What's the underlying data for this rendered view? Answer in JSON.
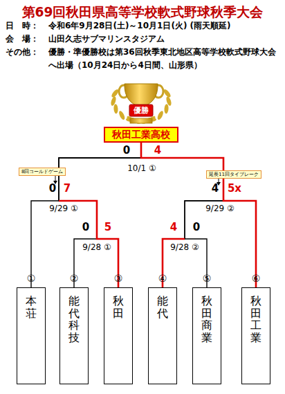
{
  "diagram": {
    "title": "第69回秋田県高等学校軟式野球秋季大会",
    "nodes": [
      {
        "text": [
          "秋田工業高校"
        ]
      },
      {
        "text": [
          "8回コールドゲーム"
        ]
      },
      {
        "text": [
          "延長11回タイブレーク"
        ]
      },
      {
        "text": [
          "本荘"
        ]
      },
      {
        "text": [
          "能代科技"
        ]
      },
      {
        "text": [
          "秋田"
        ]
      },
      {
        "text": [
          "能代"
        ]
      },
      {
        "text": [
          "秋田商業"
        ]
      },
      {
        "text": [
          "秋田工業"
        ]
      }
    ],
    "edges": [
      {
        "from": 3,
        "to": 0,
        "arrow": "none"
      },
      {
        "from": 4,
        "to": 0,
        "arrow": "none"
      },
      {
        "from": 5,
        "to": 0,
        "arrow": "none"
      },
      {
        "from": 6,
        "to": 0,
        "arrow": "none"
      },
      {
        "from": 7,
        "to": 0,
        "arrow": "none"
      },
      {
        "from": 8,
        "to": 0,
        "arrow": "none"
      }
    ],
    "labels": [
      "日　時：",
      "令和6年9月28日(土)～10月1日(火) (雨天順延)",
      "会　場：",
      "山田久志サブマリンスタジアム",
      "その他：",
      "優勝・準優勝校は第36回秋季東北地区高等学校軟式野球大会へ出場（10月24日から4日間、山形県）",
      "優勝",
      "0",
      "4",
      "10/1 ①",
      "0",
      "7",
      "9/29 ①",
      "0",
      "5",
      "9/28 ①",
      "4",
      "5x",
      "9/29 ②",
      "4",
      "0",
      "9/28 ②",
      "①",
      "②",
      "③",
      "④",
      "⑤",
      "⑥"
    ]
  }
}
